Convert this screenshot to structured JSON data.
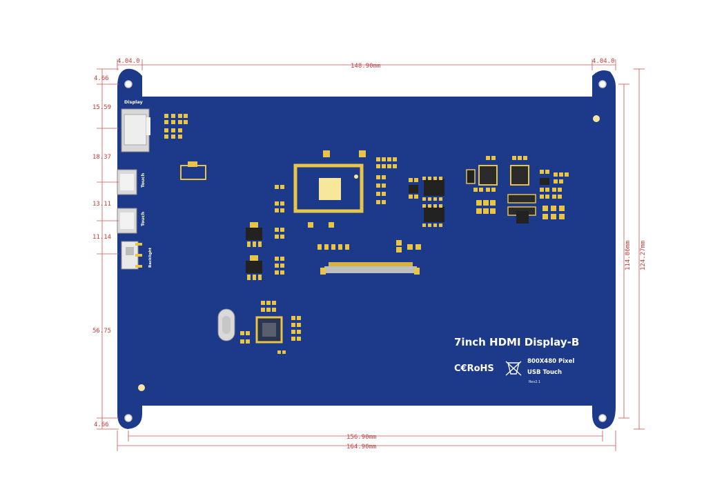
{
  "board": {
    "title": "7inch HDMI Display-B",
    "cert": "C€RoHS",
    "spec_line1": "800X480 Pixel",
    "spec_line2": "USB Touch",
    "revision": "Rev2.1",
    "ports": {
      "display": "Display",
      "touch1": "Touch",
      "touch2": "Touch",
      "backlight": "Backlight"
    }
  },
  "dimensions": {
    "top_left_hole": "4.04.0",
    "top_right_hole": "4.04.0",
    "top_width": "148.90mm",
    "left_1": "4.66",
    "left_2": "15.59",
    "left_3": "18.37",
    "left_4": "13.11",
    "left_5": "11.14",
    "left_6": "56.75",
    "left_7": "4.66",
    "bottom_inner": "156.90mm",
    "bottom_outer": "164.90mm",
    "right_inner": "114.86mm",
    "right_outer": "124.27mm"
  },
  "colors": {
    "pcb": "#1d3a8a",
    "pad": "#e8c44a",
    "dimension": "#c23a3a"
  }
}
